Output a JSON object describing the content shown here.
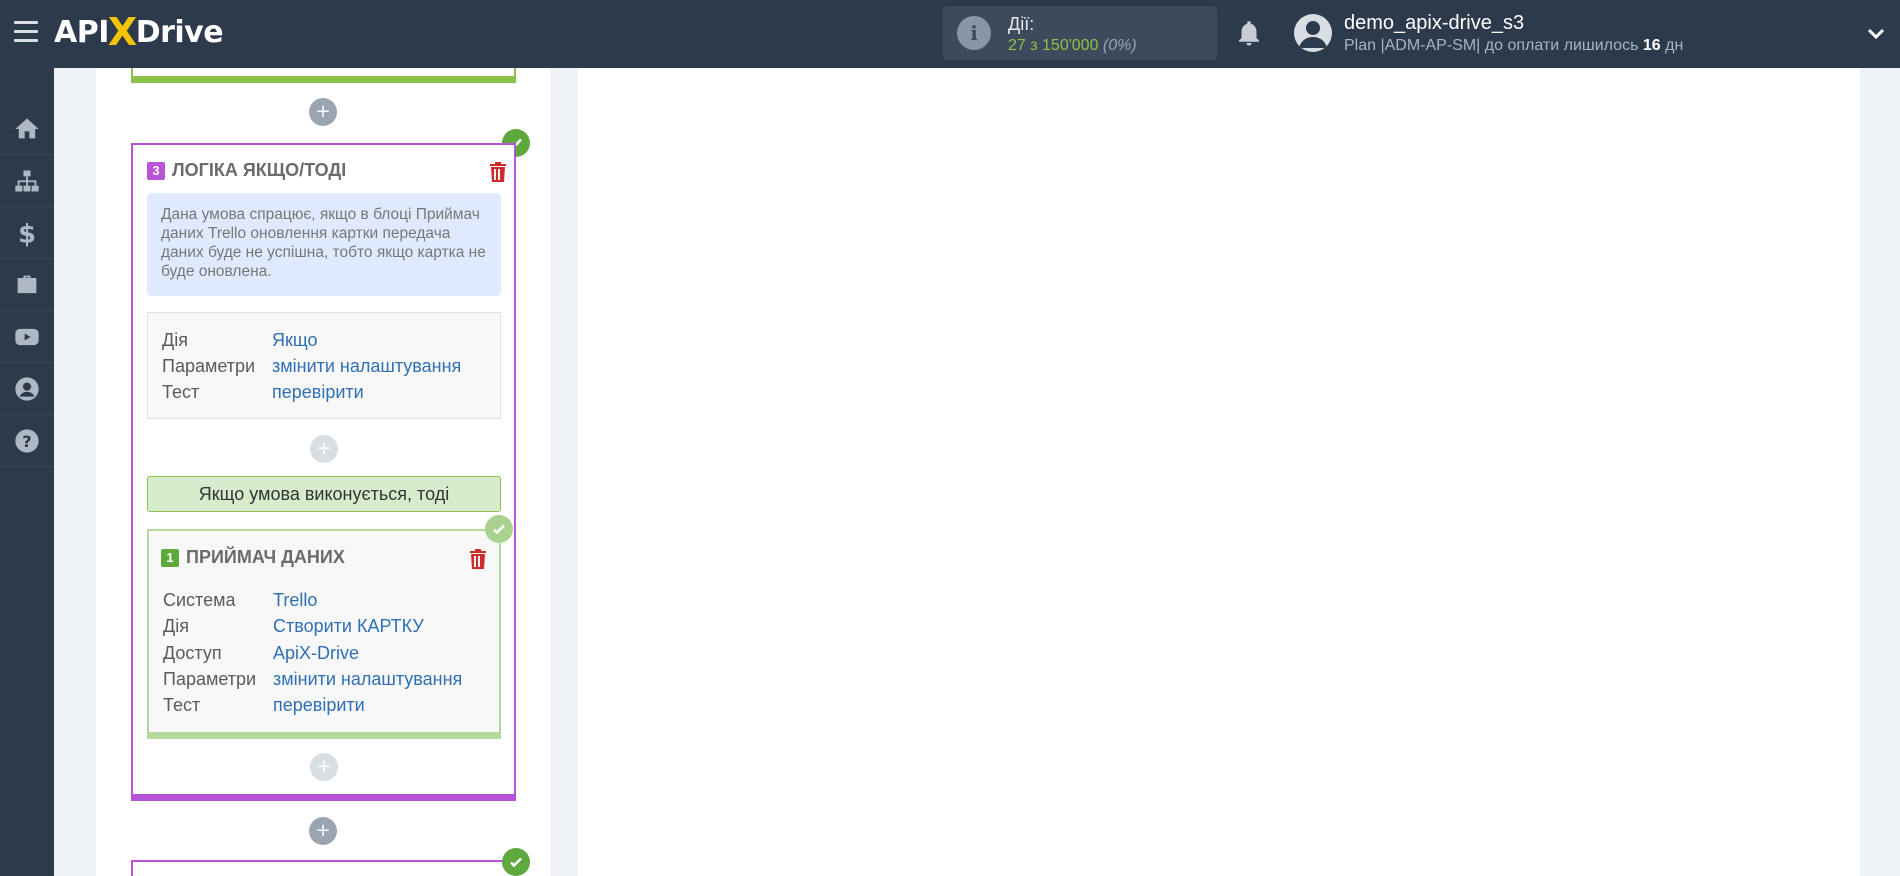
{
  "header": {
    "logo_left": "API",
    "logo_x": "X",
    "logo_right": "Drive",
    "actions_label": "Дії:",
    "actions_value": "27 з 150'000",
    "actions_percent": "(0%)",
    "user_name": "demo_apix-drive_s3",
    "plan_prefix": "Plan |ADM-AP-SM| до оплати лишилось",
    "plan_days": "16",
    "plan_suffix": "дн"
  },
  "sidebar": {
    "items": [
      {
        "icon": "home-icon"
      },
      {
        "icon": "sitemap-icon"
      },
      {
        "icon": "dollar-icon"
      },
      {
        "icon": "briefcase-icon"
      },
      {
        "icon": "youtube-icon"
      },
      {
        "icon": "user-circle-icon"
      },
      {
        "icon": "question-icon"
      }
    ]
  },
  "logic_block": {
    "number": "3",
    "title": "ЛОГІКА ЯКЩО/ТОДІ",
    "note": "Дана умова спрацює, якщо в блоці Приймач даних Trello оновлення картки передача даних буде не успішна, тобто якщо картка не буде оновлена.",
    "rows": [
      {
        "key": "Дія",
        "value": "Якщо"
      },
      {
        "key": "Параметри",
        "value": "змінити налаштування"
      },
      {
        "key": "Тест",
        "value": "перевірити"
      }
    ],
    "condition_text": "Якщо умова виконується, тоді"
  },
  "receiver_block": {
    "number": "1",
    "title": "ПРИЙМАЧ ДАНИХ",
    "rows": [
      {
        "key": "Система",
        "value": "Trello"
      },
      {
        "key": "Дія",
        "value": "Створити КАРТКУ"
      },
      {
        "key": "Доступ",
        "value": "ApiX-Drive"
      },
      {
        "key": "Параметри",
        "value": "змінити налаштування"
      },
      {
        "key": "Тест",
        "value": "перевірити"
      }
    ]
  },
  "plus_label": "+",
  "colors": {
    "topbar": "#2d3a4b",
    "logic_accent": "#b653d6",
    "receiver_accent": "#8bc34a",
    "link": "#2f6fb5"
  }
}
